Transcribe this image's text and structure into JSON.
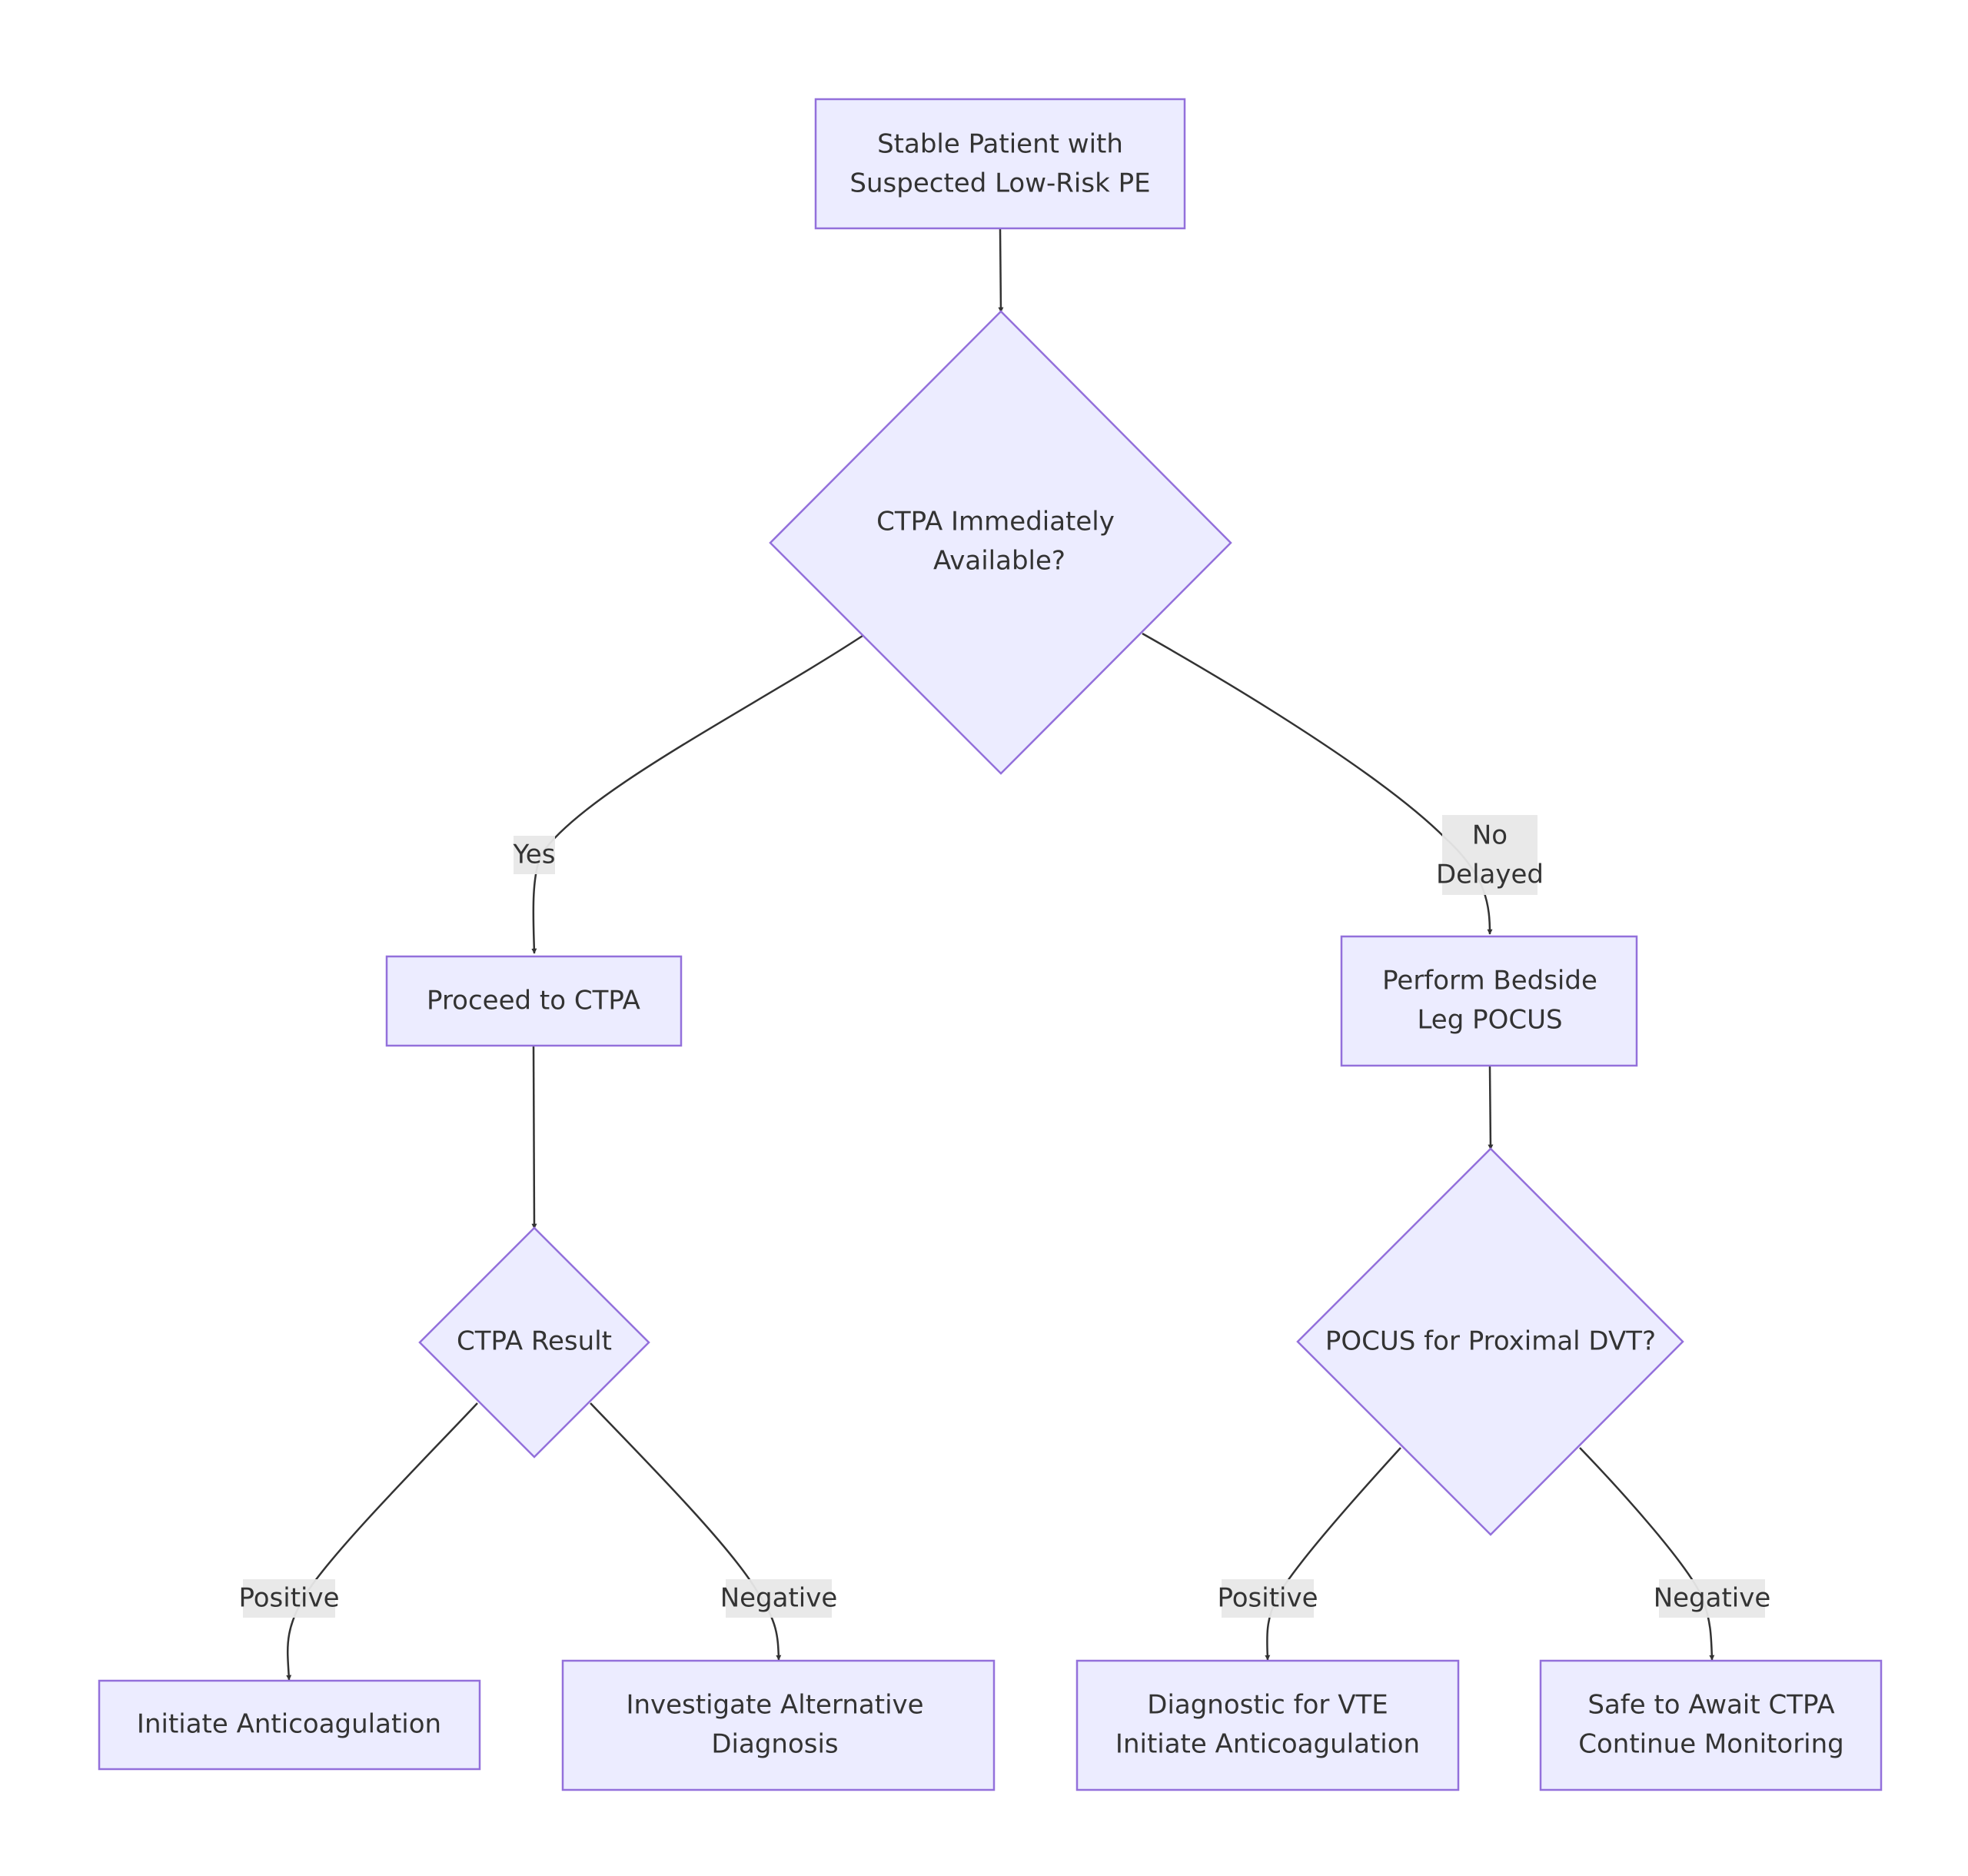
{
  "nodes": {
    "start": {
      "lines": [
        "Stable Patient with",
        "Suspected Low-Risk PE"
      ]
    },
    "decision_ctpa": {
      "lines": [
        "CTPA Immediately",
        "Available?"
      ]
    },
    "proceed_ctpa": {
      "lines": [
        "Proceed to CTPA"
      ]
    },
    "pocus": {
      "lines": [
        "Perform Bedside",
        "Leg POCUS"
      ]
    },
    "ctpa_result": {
      "lines": [
        "CTPA Result"
      ]
    },
    "pocus_dvt": {
      "lines": [
        "POCUS for Proximal DVT?"
      ]
    },
    "initiate": {
      "lines": [
        "Initiate Anticoagulation"
      ]
    },
    "investigate": {
      "lines": [
        "Investigate Alternative",
        "Diagnosis"
      ]
    },
    "diagnostic_vte": {
      "lines": [
        "Diagnostic for VTE",
        "Initiate Anticoagulation"
      ]
    },
    "safe_await": {
      "lines": [
        "Safe to Await CTPA",
        "Continue Monitoring"
      ]
    }
  },
  "edges": {
    "yes": {
      "lines": [
        "Yes"
      ]
    },
    "no_delayed": {
      "lines": [
        "No",
        "Delayed"
      ]
    },
    "ctpa_positive": {
      "lines": [
        "Positive"
      ]
    },
    "ctpa_negative": {
      "lines": [
        "Negative"
      ]
    },
    "pocus_positive": {
      "lines": [
        "Positive"
      ]
    },
    "pocus_negative": {
      "lines": [
        "Negative"
      ]
    }
  },
  "colors": {
    "node_fill": "#ececff",
    "node_stroke": "#9370db",
    "edge": "#333333",
    "edge_label_bg": "#e8e8e8"
  }
}
